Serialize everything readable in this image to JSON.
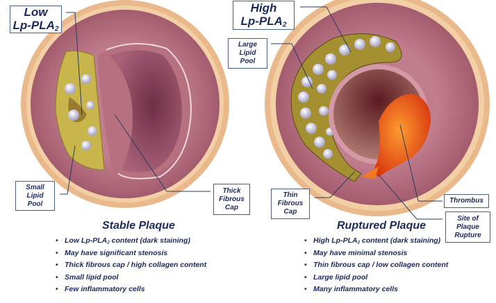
{
  "colors": {
    "text": "#1c2a5a",
    "box_border": "#4a5e80",
    "adventitia": "#e8b585",
    "media": "#b46a7a",
    "lipid_yellow": "#c4b24a",
    "thrombus": "#f05a10"
  },
  "left": {
    "enzyme_label": {
      "line1": "Low",
      "line2": "Lp-PLA",
      "sub": "2"
    },
    "lipid_label": {
      "line1": "Small",
      "line2": "Lipid",
      "line3": "Pool"
    },
    "cap_label": {
      "line1": "Thick",
      "line2": "Fibrous",
      "line3": "Cap"
    },
    "title": "Stable Plaque",
    "bullets": [
      {
        "pre": "Low Lp-PLA",
        "sub": "2",
        "post": " content (dark staining)"
      },
      {
        "pre": "May have significant stenosis",
        "sub": "",
        "post": ""
      },
      {
        "pre": "Thick fibrous cap / high collagen content",
        "sub": "",
        "post": ""
      },
      {
        "pre": "Small lipid pool",
        "sub": "",
        "post": ""
      },
      {
        "pre": "Few inflammatory cells",
        "sub": "",
        "post": ""
      }
    ]
  },
  "right": {
    "enzyme_label": {
      "line1": "High",
      "line2": "Lp-PLA",
      "sub": "2"
    },
    "lipid_label": {
      "line1": "Large",
      "line2": "Lipid",
      "line3": "Pool"
    },
    "cap_label": {
      "line1": "Thin",
      "line2": "Fibrous",
      "line3": "Cap"
    },
    "thrombus_label": "Thrombus",
    "rupture_label": {
      "line1": "Site of",
      "line2": "Plaque",
      "line3": "Rupture"
    },
    "title": "Ruptured Plaque",
    "bullets": [
      {
        "pre": "High Lp-PLA",
        "sub": "2",
        "post": " content (dark staining)"
      },
      {
        "pre": "May have minimal stenosis",
        "sub": "",
        "post": ""
      },
      {
        "pre": "Thin fibrous cap / low collagen content",
        "sub": "",
        "post": ""
      },
      {
        "pre": "Large lipid pool",
        "sub": "",
        "post": ""
      },
      {
        "pre": "Many inflammatory cells",
        "sub": "",
        "post": ""
      }
    ]
  }
}
